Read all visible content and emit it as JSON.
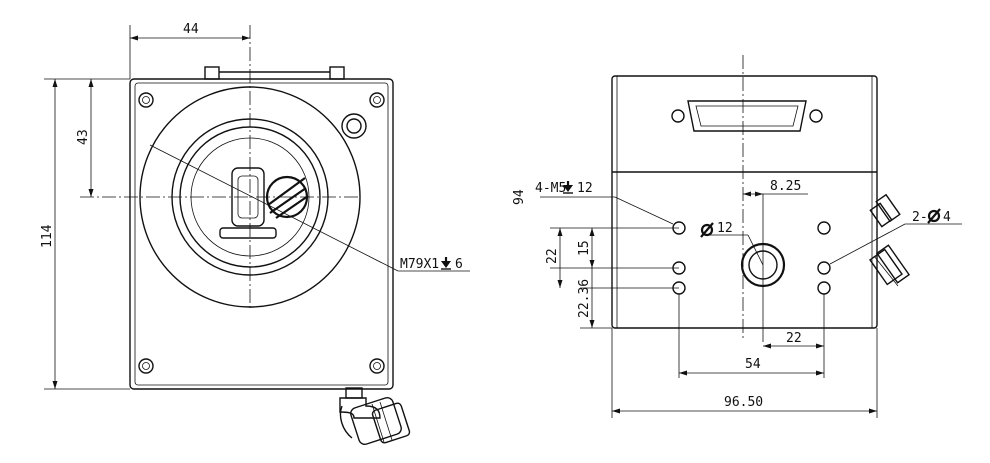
{
  "front_view": {
    "dim_width_top": "44",
    "dim_height_center": "43",
    "dim_total_height": "114",
    "thread_callout": "M79X1",
    "thread_depth": "6"
  },
  "back_view": {
    "dim_offset_top": "8.25",
    "dim_height_side": "94",
    "tapped_holes_callout": "4-M5",
    "tapped_holes_depth": "12",
    "center_hole_diameter": "12",
    "pin_holes_callout": "2-",
    "pin_holes_diameter": "4",
    "dim_v_15": "15",
    "dim_v_22": "22",
    "dim_v_22_36": "22.36",
    "dim_h_22": "22",
    "dim_h_54": "54",
    "dim_h_96_50": "96.50"
  }
}
